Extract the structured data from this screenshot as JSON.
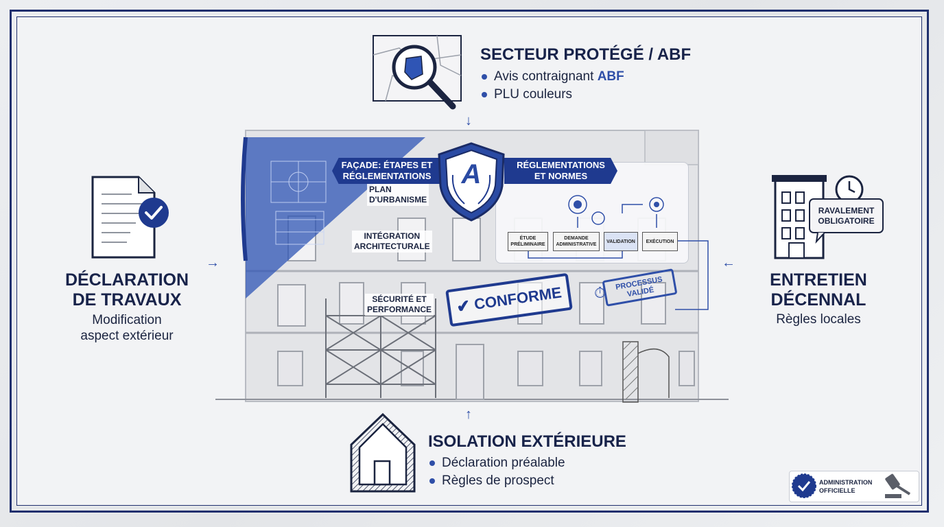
{
  "top": {
    "title": "SECTEUR PROTÉGÉ / ABF",
    "bullet1_prefix": "Avis contraignant ",
    "bullet1_accent": "ABF",
    "bullet2": "PLU couleurs"
  },
  "left": {
    "title_line1": "DÉCLARATION",
    "title_line2": "DE TRAVAUX",
    "sub_line1": "Modification",
    "sub_line2": "aspect extérieur"
  },
  "right": {
    "title_line1": "ENTRETIEN",
    "title_line2": "DÉCENNAL",
    "sub": "Règles locales",
    "bubble_line1": "RAVALEMENT",
    "bubble_line2": "OBLIGATOIRE"
  },
  "bottom": {
    "title": "ISOLATION EXTÉRIEURE",
    "bullet1": "Déclaration préalable",
    "bullet2": "Règles de prospect"
  },
  "center": {
    "banner_left_line1": "FAÇADE: ÉTAPES ET",
    "banner_left_line2": "RÉGLEMENTATIONS",
    "banner_right_line1": "RÉGLEMENTATIONS",
    "banner_right_line2": "ET NORMES",
    "shield_letter": "A",
    "label_plan_line1": "PLAN",
    "label_plan_line2": "D'URBANISME",
    "label_integ_line1": "INTÉGRATION",
    "label_integ_line2": "ARCHITECTURALE",
    "label_secu_line1": "SÉCURITÉ ET",
    "label_secu_line2": "PERFORMANCE",
    "stamp_conforme": "CONFORME",
    "stamp_processus_line1": "PROCESSUS",
    "stamp_processus_line2": "VALIDÉ",
    "steps": [
      {
        "line1": "ÉTUDE",
        "line2": "PRÉLIMINAIRE"
      },
      {
        "line1": "DEMANDE",
        "line2": "ADMINISTRATIVE"
      },
      {
        "line1": "VALIDATION",
        "line2": ""
      },
      {
        "line1": "EXÉCUTION",
        "line2": ""
      }
    ]
  },
  "badge": {
    "line1": "ADMINISTRATION",
    "line2": "OFFICIELLE"
  },
  "colors": {
    "navy": "#1f2f6e",
    "accent": "#2f4fa8",
    "banner": "#1f3a8f"
  }
}
